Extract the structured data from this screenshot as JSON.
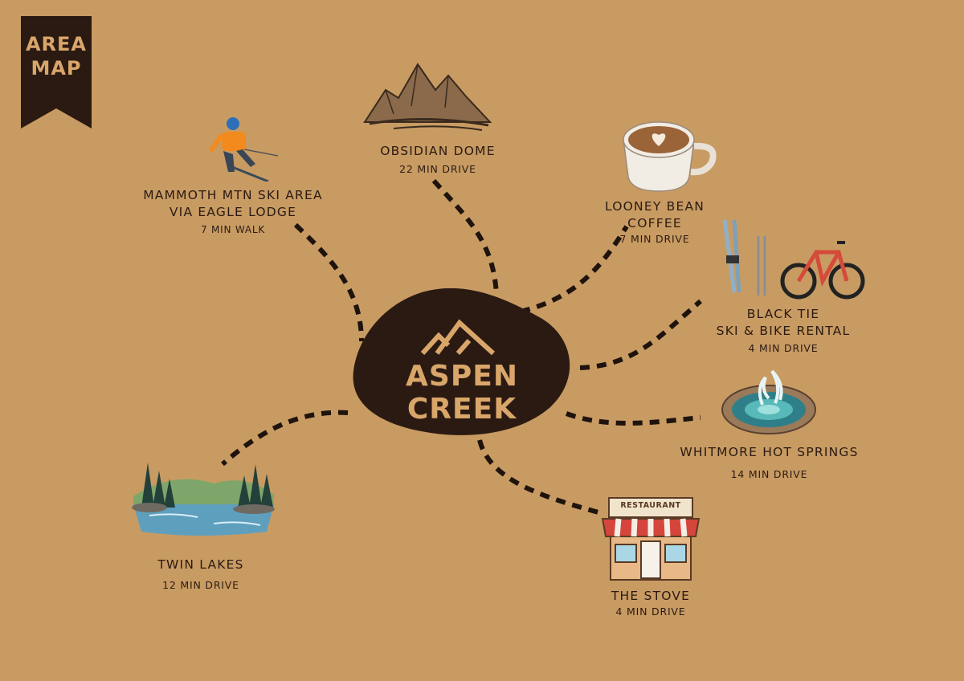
{
  "banner": {
    "line1": "AREA",
    "line2": "MAP"
  },
  "center": {
    "title": "ASPEN CREEK",
    "logo_icon": "mountain-logo-icon"
  },
  "colors": {
    "background": "#c89b63",
    "ink": "#2b1a12",
    "accent": "#d9a66a"
  },
  "places": {
    "mammoth": {
      "name1": "MAMMOTH MTN SKI AREA",
      "name2": "VIA EAGLE LODGE",
      "distance": "7 MIN WALK",
      "icon": "skier-icon"
    },
    "obsidian": {
      "name": "OBSIDIAN DOME",
      "distance": "22 MIN DRIVE",
      "icon": "mountain-sketch-icon"
    },
    "looney": {
      "name1": "LOONEY BEAN",
      "name2": "COFFEE",
      "distance": "7 MIN DRIVE",
      "icon": "coffee-cup-icon"
    },
    "blacktie": {
      "name1": "BLACK TIE",
      "name2": "SKI & BIKE RENTAL",
      "distance": "4 MIN DRIVE",
      "icon": "ski-bike-icon"
    },
    "whitmore": {
      "name": "WHITMORE HOT SPRINGS",
      "distance": "14 MIN DRIVE",
      "icon": "hot-spring-icon"
    },
    "stove": {
      "name": "THE STOVE",
      "distance": "4 MIN DRIVE",
      "sign": "RESTAURANT",
      "icon": "restaurant-icon"
    },
    "twinlakes": {
      "name": "TWIN LAKES",
      "distance": "12 MIN DRIVE",
      "icon": "lake-icon"
    }
  }
}
